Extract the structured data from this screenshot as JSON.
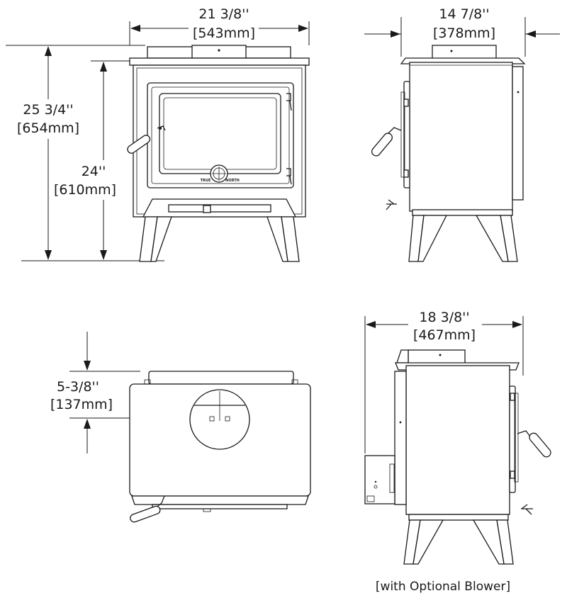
{
  "dimensions": {
    "front_width": {
      "imperial": "21 3/8''",
      "metric": "[543mm]"
    },
    "front_height_total": {
      "imperial": "25 3/4''",
      "metric": "[654mm]"
    },
    "front_height_body": {
      "imperial": "24''",
      "metric": "[610mm]"
    },
    "side_width": {
      "imperial": "14 7/8''",
      "metric": "[378mm]"
    },
    "top_flue_offset": {
      "imperial": "5-3/8''",
      "metric": "[137mm]"
    },
    "side_depth_blower": {
      "imperial": "18 3/8''",
      "metric": "[467mm]"
    }
  },
  "front_view": {
    "logo_left": "TRUE",
    "logo_right": "NORTH"
  },
  "caption": "[with Optional Blower]"
}
